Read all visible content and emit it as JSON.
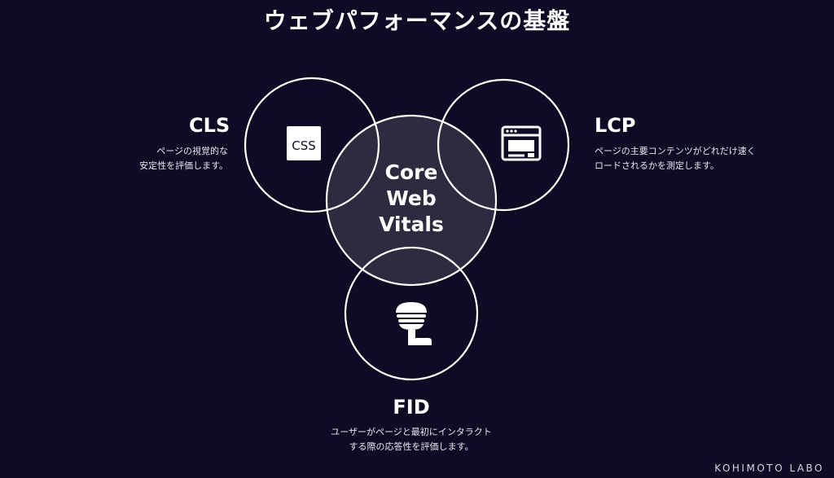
{
  "title": "ウェブパフォーマンスの基盤",
  "center": {
    "lines": [
      "Core",
      "Web",
      "Vitals"
    ]
  },
  "nodes": {
    "cls": {
      "heading": "CLS",
      "icon": "css-icon",
      "desc": [
        "ページの視覚的な",
        "安定性を評価します。"
      ]
    },
    "lcp": {
      "heading": "LCP",
      "icon": "web-page-layout-icon",
      "desc": [
        "ページの主要コンテンツがどれだけ速く",
        "ロードされるかを測定します。"
      ]
    },
    "fid": {
      "heading": "FID",
      "icon": "tap-hand-icon",
      "desc": [
        "ユーザーがページと最初にインタラクト",
        "する際の応答性を評価します。"
      ]
    }
  },
  "brand": "KOHIMOTO LABO",
  "colors": {
    "background": "#0f0b24",
    "stroke": "#ffffff"
  }
}
